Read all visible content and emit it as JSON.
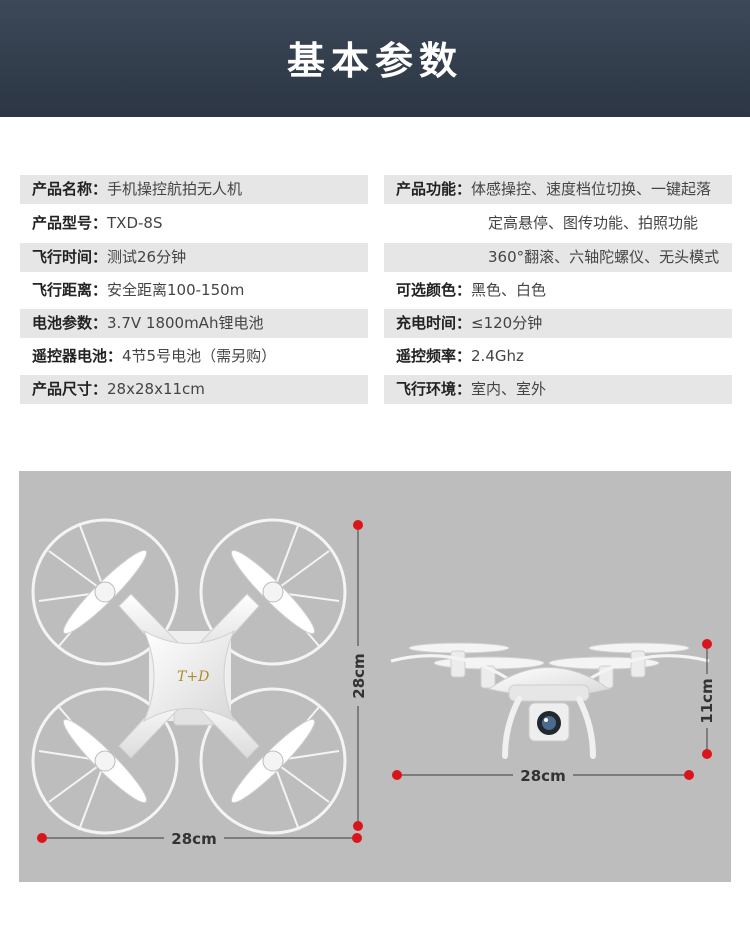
{
  "header": {
    "title": "基本参数"
  },
  "specs_left": [
    {
      "label": "产品名称：",
      "value": "手机操控航拍无人机"
    },
    {
      "label": "产品型号：",
      "value": "TXD-8S"
    },
    {
      "label": "飞行时间：",
      "value": "测试26分钟"
    },
    {
      "label": "飞行距离：",
      "value": "安全距离100-150m"
    },
    {
      "label": "电池参数：",
      "value": "3.7V 1800mAh锂电池"
    },
    {
      "label": "遥控器电池：",
      "value": "4节5号电池（需另购）"
    },
    {
      "label": "产品尺寸：",
      "value": "28x28x11cm"
    }
  ],
  "specs_right": {
    "function": {
      "label": "产品功能：",
      "lines": [
        "体感操控、速度档位切换、一键起落",
        "定高悬停、图传功能、拍照功能",
        "360°翻滚、六轴陀螺仪、无头模式"
      ]
    },
    "rows": [
      {
        "label": "可选颜色：",
        "value": "黑色、白色"
      },
      {
        "label": "充电时间：",
        "value": "≤120分钟"
      },
      {
        "label": "遥控频率：",
        "value": "2.4Ghz"
      },
      {
        "label": "飞行环境：",
        "value": "室内、室外"
      }
    ]
  },
  "dimensions": {
    "top_view_width": "28cm",
    "top_view_depth": "28cm",
    "side_view_width": "28cm",
    "side_view_height": "11cm"
  },
  "logo_text": "T+D",
  "colors": {
    "header": "#2f3a48",
    "panel": "#bdbdbd",
    "marker": "#d9141a",
    "shade": "#e6e6e6"
  }
}
